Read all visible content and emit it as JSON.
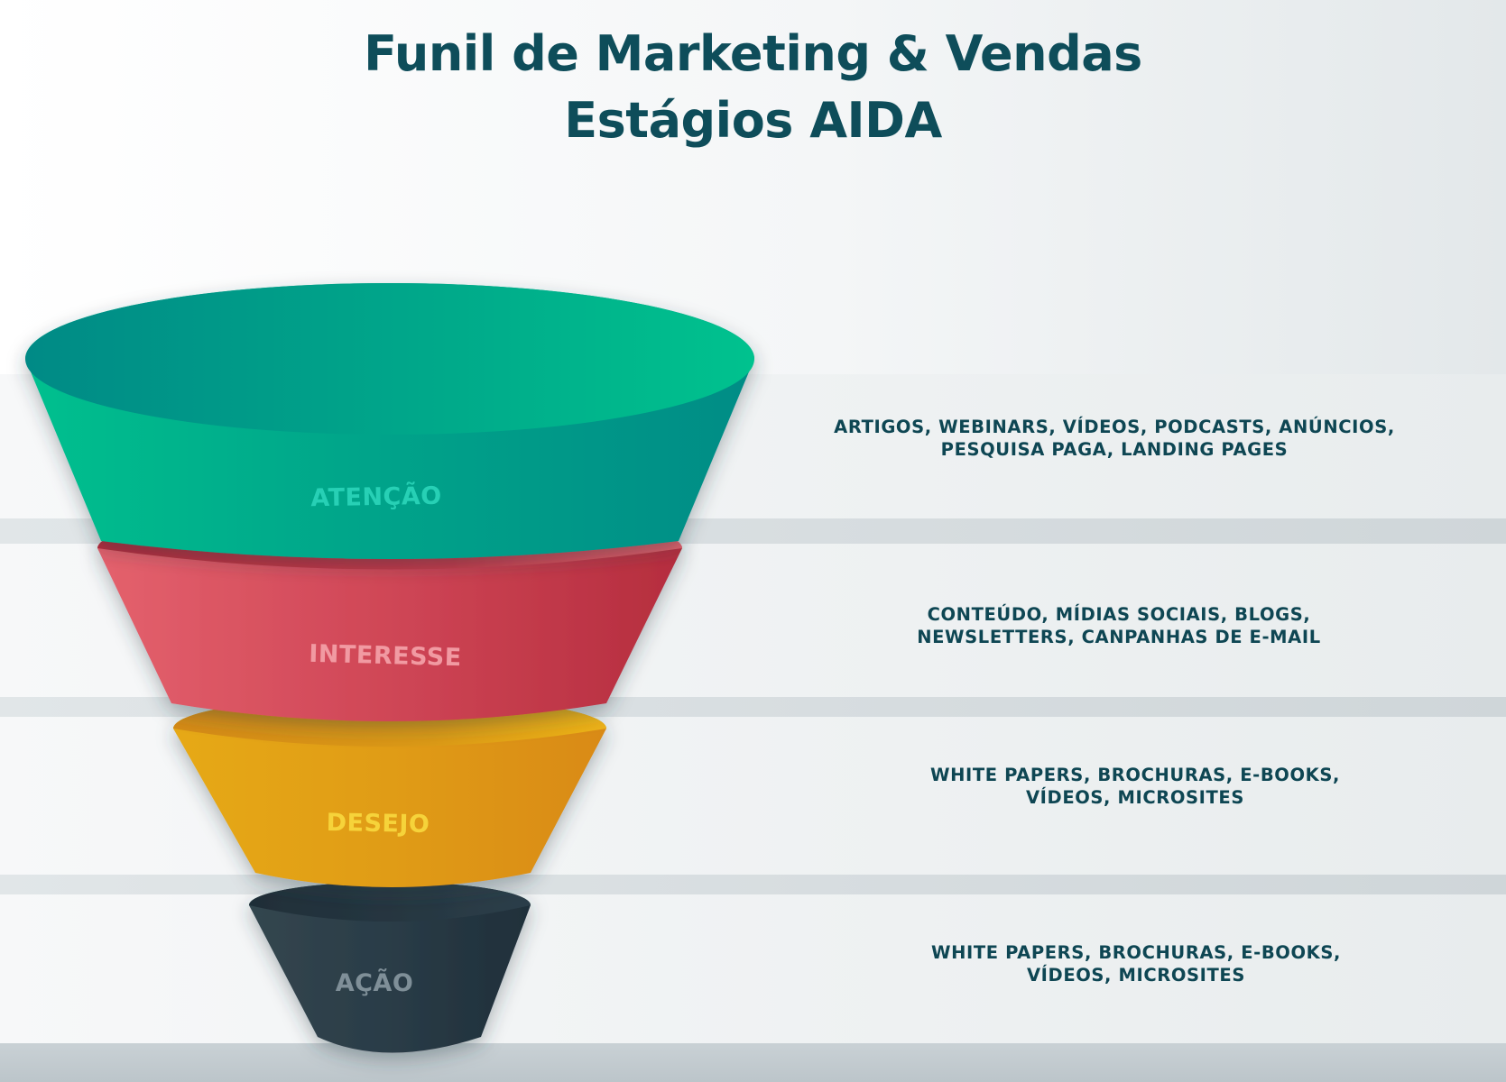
{
  "title": {
    "line1": "Funil de Marketing & Vendas",
    "line2": "Estágios AIDA"
  },
  "colors": {
    "title": "#0e4d5a",
    "description": "#0e4653",
    "atencao": "#00a48c",
    "interesse": "#d44a5a",
    "desejo": "#e0a017",
    "acao": "#283a46"
  },
  "stages": [
    {
      "label": "ATENÇÃO",
      "description_line1": "ARTIGOS, WEBINARS, VÍDEOS, PODCASTS, ANÚNCIOS,",
      "description_line2": "PESQUISA PAGA, LANDING PAGES"
    },
    {
      "label": "INTERESSE",
      "description_line1": "CONTEÚDO, MÍDIAS SOCIAIS, BLOGS,",
      "description_line2": "NEWSLETTERS, CANPANHAS DE E-MAIL"
    },
    {
      "label": "DESEJO",
      "description_line1": "WHITE PAPERS, BROCHURAS, E-BOOKS,",
      "description_line2": "VÍDEOS, MICROSITES"
    },
    {
      "label": "AÇÃO",
      "description_line1": "WHITE PAPERS, BROCHURAS, E-BOOKS,",
      "description_line2": "VÍDEOS, MICROSITES"
    }
  ]
}
